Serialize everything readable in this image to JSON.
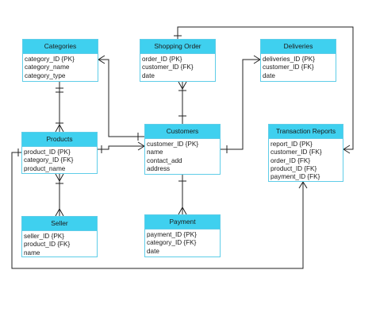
{
  "diagram": {
    "entities": [
      {
        "id": "categories",
        "title": "Categories",
        "fields": [
          "category_ID {PK}",
          "category_name",
          "category_type"
        ]
      },
      {
        "id": "shopping-order",
        "title": "Shopping Order",
        "fields": [
          "order_ID {PK}",
          "customer_ID {FK}",
          "date"
        ]
      },
      {
        "id": "deliveries",
        "title": "Deliveries",
        "fields": [
          "deliveries_ID {PK}",
          "customer_ID {FK}",
          "date"
        ]
      },
      {
        "id": "products",
        "title": "Products",
        "fields": [
          "product_ID {PK}",
          "category_ID {FK}",
          "product_name"
        ]
      },
      {
        "id": "customers",
        "title": "Customers",
        "fields": [
          "customer_ID {PK}",
          "name",
          "contact_add",
          "address"
        ]
      },
      {
        "id": "transaction-reports",
        "title": "Transaction Reports",
        "fields": [
          "report_ID {PK}",
          "customer_ID {FK}",
          "order_ID {FK}",
          "product_ID {FK}",
          "payment_ID {FK}"
        ]
      },
      {
        "id": "seller",
        "title": "Seller",
        "fields": [
          "seller_ID {PK}",
          "product_ID {FK}",
          "name"
        ]
      },
      {
        "id": "payment",
        "title": "Payment",
        "fields": [
          "payment_ID {PK}",
          "category_ID {FK}",
          "date"
        ]
      }
    ],
    "relationships": [
      {
        "from": "categories",
        "to": "products"
      },
      {
        "from": "categories",
        "to": "customers"
      },
      {
        "from": "shopping-order",
        "to": "customers"
      },
      {
        "from": "deliveries",
        "to": "customers"
      },
      {
        "from": "products",
        "to": "customers"
      },
      {
        "from": "products",
        "to": "seller"
      },
      {
        "from": "customers",
        "to": "payment"
      },
      {
        "from": "shopping-order",
        "to": "transaction-reports"
      },
      {
        "from": "products",
        "to": "transaction-reports"
      }
    ],
    "colors": {
      "header": "#3fd0ef",
      "border": "#5fcde8",
      "line": "#222222"
    }
  }
}
